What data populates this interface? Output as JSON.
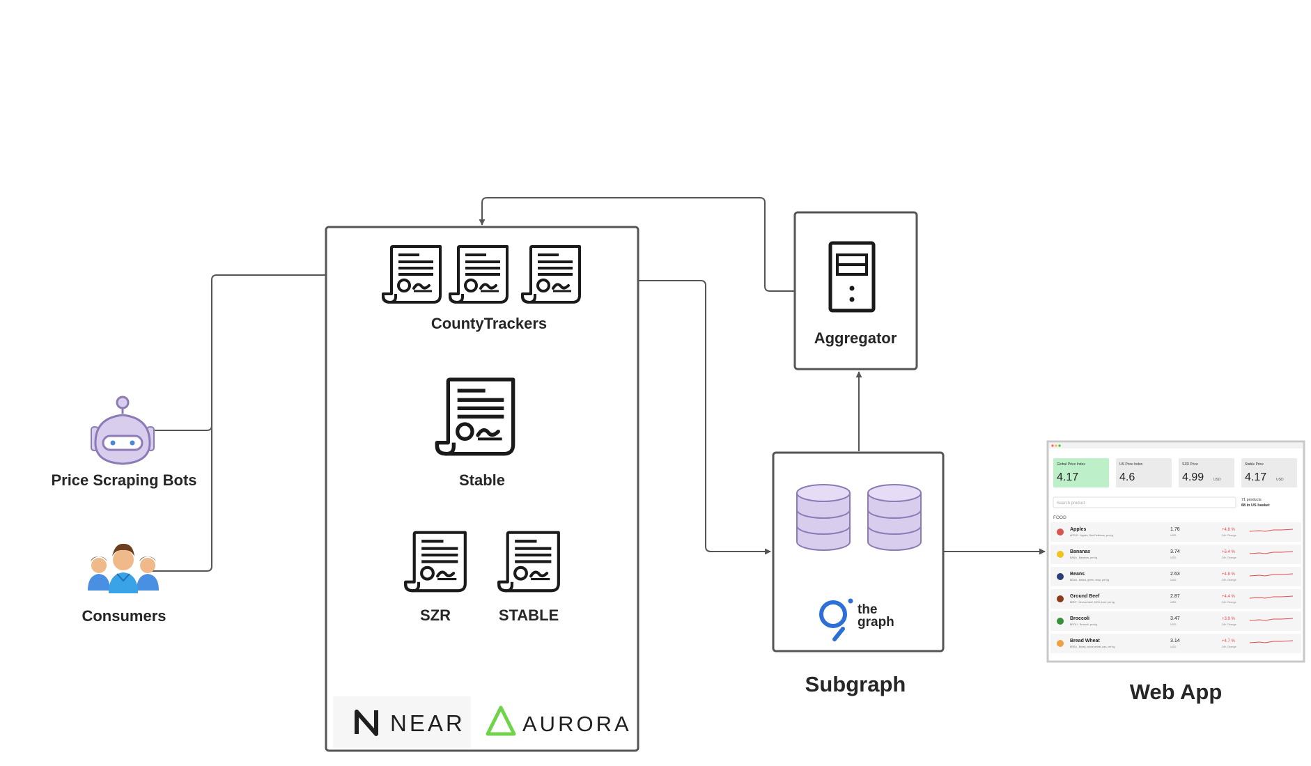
{
  "nodes": {
    "bots": "Price Scraping Bots",
    "consumers": "Consumers",
    "county_trackers": "CountyTrackers",
    "stable": "Stable",
    "szr": "SZR",
    "stable_token": "STABLE",
    "aggregator": "Aggregator",
    "subgraph": "Subgraph",
    "web_app": "Web App"
  },
  "logos": {
    "near": "NEAR",
    "aurora": "AURORA",
    "the_graph_line1": "the",
    "the_graph_line2": "graph"
  },
  "colors": {
    "line": "#555555",
    "box_border": "#555555",
    "db_fill": "#d9cdee",
    "db_stroke": "#8c7bb5",
    "aurora_green": "#70d44b",
    "graph_blue": "#2d6fd6",
    "web_green": "#bdf0c8",
    "web_red": "#e5484d"
  },
  "web_app": {
    "cards": [
      {
        "title": "Global Price Index",
        "value": "4.17",
        "unit": ""
      },
      {
        "title": "US Price Index",
        "value": "4.6",
        "unit": ""
      },
      {
        "title": "SZR Price",
        "value": "4.99",
        "unit": "USD"
      },
      {
        "title": "Stable Price",
        "value": "4.17",
        "unit": "USD"
      }
    ],
    "search_placeholder": "Search product",
    "summary_line1": "71 products",
    "summary_line2": "88 in US basket",
    "section": "FOOD",
    "rows": [
      {
        "name": "Apples",
        "sub": "APPLE - Apples, Red Delicious, per kg",
        "price": "1.76",
        "unit": "USD",
        "change": "+4.8 %",
        "change_sub": "24h Change",
        "icon": "apple-icon"
      },
      {
        "name": "Bananas",
        "sub": "BANA - Bananas, per kg",
        "price": "3.74",
        "unit": "USD",
        "change": "+5.4 %",
        "change_sub": "24h Change",
        "icon": "banana-icon"
      },
      {
        "name": "Beans",
        "sub": "BEAN - Beans, green, snap, per kg",
        "price": "2.63",
        "unit": "USD",
        "change": "+4.8 %",
        "change_sub": "24h Change",
        "icon": "beans-icon"
      },
      {
        "name": "Ground Beef",
        "sub": "BEEF - Ground beef, 100% beef, per kg",
        "price": "2.87",
        "unit": "USD",
        "change": "+4.4 %",
        "change_sub": "24h Change",
        "icon": "beef-icon"
      },
      {
        "name": "Broccoli",
        "sub": "BROLI - Broccoli, per kg",
        "price": "3.47",
        "unit": "USD",
        "change": "+3.9 %",
        "change_sub": "24h Change",
        "icon": "broccoli-icon"
      },
      {
        "name": "Bread Wheat",
        "sub": "BREA - Bread, whole wheat, pan, per kg",
        "price": "3.14",
        "unit": "USD",
        "change": "+4.7 %",
        "change_sub": "24h Change",
        "icon": "bread-icon"
      }
    ]
  }
}
